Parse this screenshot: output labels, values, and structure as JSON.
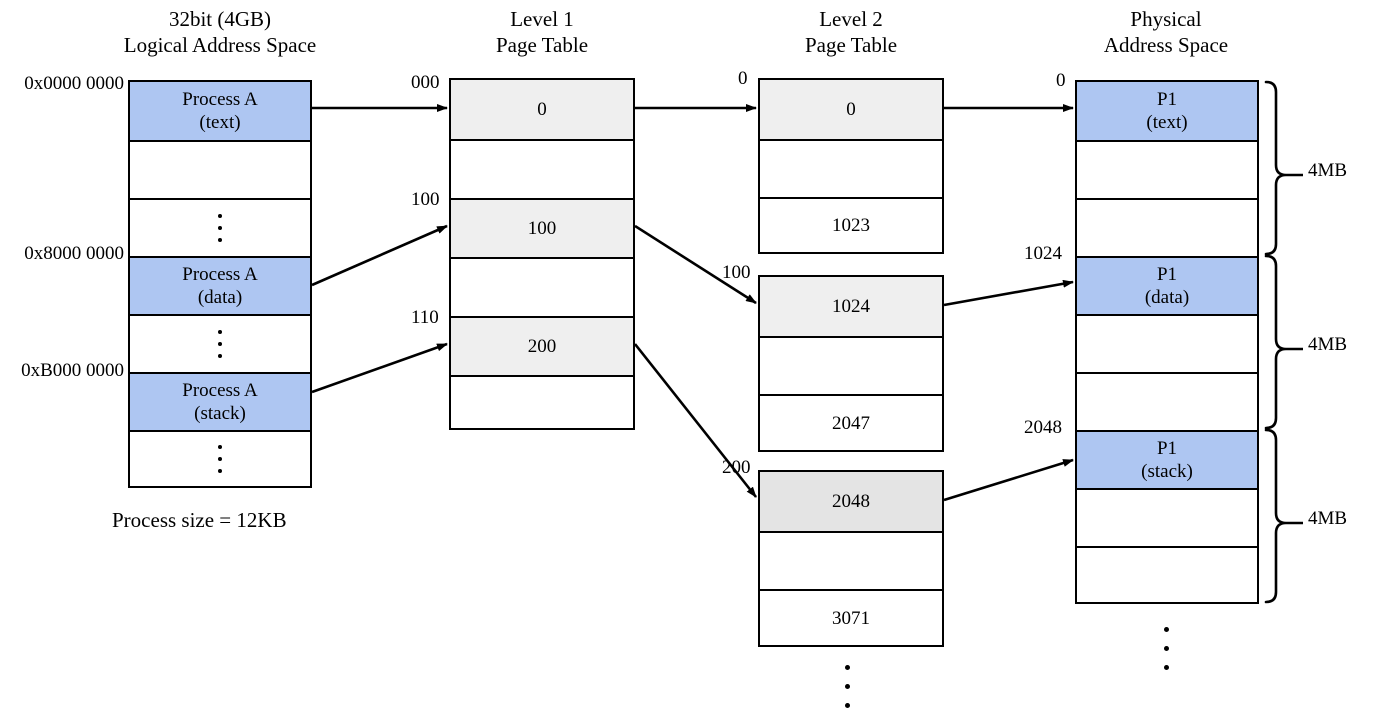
{
  "columns": {
    "logical": {
      "title_line1": "32bit (4GB)",
      "title_line2": "Logical Address Space",
      "address_labels": [
        "0x0000 0000",
        "0x8000 0000",
        "0xB000 0000"
      ],
      "rows": [
        {
          "label_line1": "Process A",
          "label_line2": "(text)",
          "fill": "blue"
        },
        {
          "label_line1": "",
          "label_line2": "",
          "fill": "white"
        },
        {
          "label_line1": "",
          "label_line2": "",
          "fill": "white",
          "dots": true
        },
        {
          "label_line1": "Process A",
          "label_line2": "(data)",
          "fill": "blue"
        },
        {
          "label_line1": "",
          "label_line2": "",
          "fill": "white",
          "dots": true
        },
        {
          "label_line1": "Process A",
          "label_line2": "(stack)",
          "fill": "blue"
        },
        {
          "label_line1": "",
          "label_line2": "",
          "fill": "white",
          "dots": true
        }
      ],
      "caption": "Process size = 12KB"
    },
    "level1": {
      "title_line1": "Level 1",
      "title_line2": "Page Table",
      "index_labels": [
        "000",
        "100",
        "110"
      ],
      "rows": [
        {
          "value": "0",
          "fill": "grey"
        },
        {
          "value": "",
          "fill": "white"
        },
        {
          "value": "100",
          "fill": "grey"
        },
        {
          "value": "",
          "fill": "white"
        },
        {
          "value": "200",
          "fill": "grey"
        },
        {
          "value": "",
          "fill": "white"
        }
      ]
    },
    "level2": {
      "title_line1": "Level 2",
      "title_line2": "Page Table",
      "index_labels": [
        "0",
        "100",
        "200"
      ],
      "blocks": [
        {
          "rows": [
            {
              "value": "0",
              "fill": "grey"
            },
            {
              "value": "",
              "fill": "white"
            },
            {
              "value": "1023",
              "fill": "white"
            }
          ]
        },
        {
          "rows": [
            {
              "value": "1024",
              "fill": "grey"
            },
            {
              "value": "",
              "fill": "white"
            },
            {
              "value": "2047",
              "fill": "white"
            }
          ]
        },
        {
          "rows": [
            {
              "value": "2048",
              "fill": "grey2"
            },
            {
              "value": "",
              "fill": "white"
            },
            {
              "value": "3071",
              "fill": "white"
            }
          ]
        }
      ]
    },
    "physical": {
      "title_line1": "Physical",
      "title_line2": "Address Space",
      "frame_labels": [
        "0",
        "1024",
        "2048"
      ],
      "rows": [
        {
          "label_line1": "P1",
          "label_line2": "(text)",
          "fill": "blue"
        },
        {
          "label_line1": "",
          "label_line2": "",
          "fill": "white"
        },
        {
          "label_line1": "",
          "label_line2": "",
          "fill": "white"
        },
        {
          "label_line1": "P1",
          "label_line2": "(data)",
          "fill": "blue"
        },
        {
          "label_line1": "",
          "label_line2": "",
          "fill": "white"
        },
        {
          "label_line1": "",
          "label_line2": "",
          "fill": "white"
        },
        {
          "label_line1": "P1",
          "label_line2": "(stack)",
          "fill": "blue"
        },
        {
          "label_line1": "",
          "label_line2": "",
          "fill": "white"
        },
        {
          "label_line1": "",
          "label_line2": "",
          "fill": "white"
        }
      ],
      "brace_labels": [
        "4MB",
        "4MB",
        "4MB"
      ]
    }
  },
  "colors": {
    "segment_blue": "#aec6f2",
    "entry_grey": "#efefef",
    "entry_grey_dark": "#e4e4e4",
    "stroke": "#000000",
    "background": "#ffffff"
  }
}
